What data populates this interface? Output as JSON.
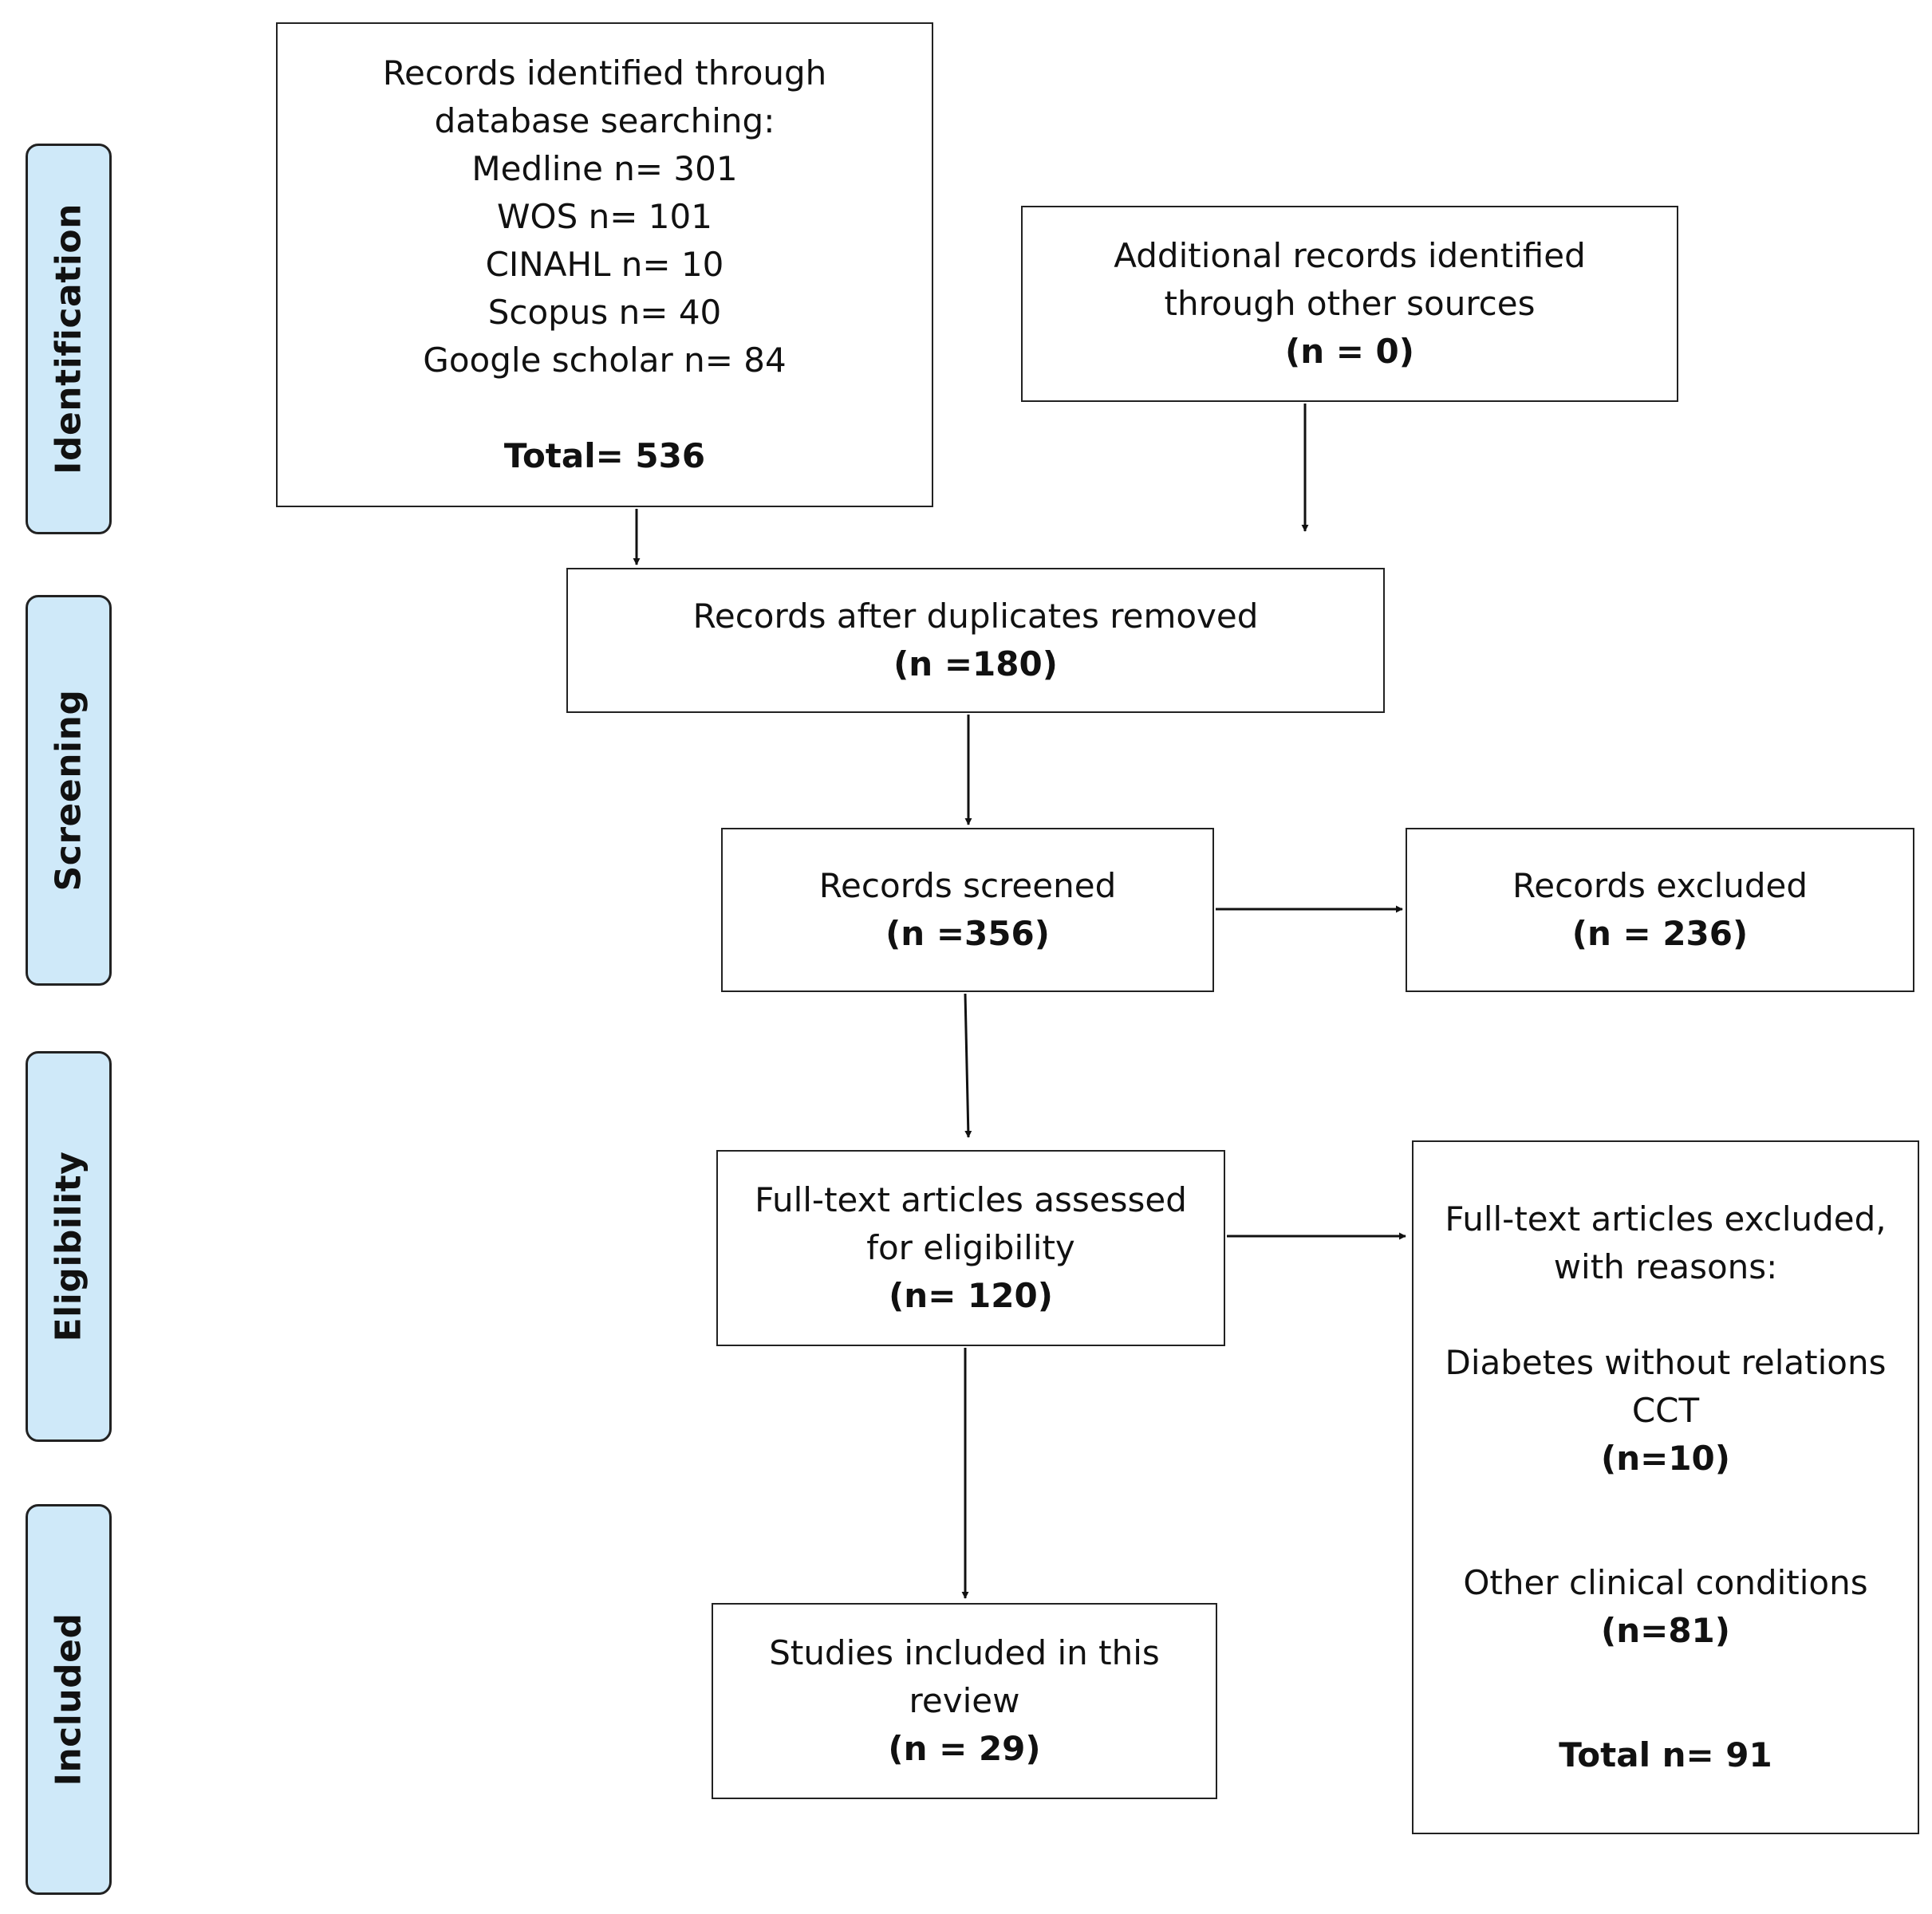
{
  "phases": {
    "identification": "Identification",
    "screening": "Screening",
    "eligibility": "Eligibility",
    "included": "Included"
  },
  "boxes": {
    "database": {
      "line1": "Records identified through",
      "line2": "database searching:",
      "medline": "Medline n= 301",
      "wos": "WOS n= 101",
      "cinahl": "CINAHL n= 10",
      "scopus": "Scopus n= 40",
      "google": "Google scholar n= 84",
      "total": "Total= 536"
    },
    "additional": {
      "line1": "Additional records identified",
      "line2": "through other sources",
      "count": "(n = 0)"
    },
    "duplicates": {
      "line1": "Records after duplicates removed",
      "count": "(n =180)"
    },
    "screened": {
      "line1": "Records screened",
      "count": "(n =356)"
    },
    "excluded": {
      "line1": "Records excluded",
      "count": "(n = 236)"
    },
    "fulltext": {
      "line1": "Full-text articles assessed",
      "line2": "for eligibility",
      "count": "(n= 120)"
    },
    "fulltext_excluded": {
      "line1": "Full-text articles excluded,",
      "line2": "with reasons:",
      "reason1_line1": "Diabetes without relations",
      "reason1_line2": "CCT",
      "reason1_count": "(n=10)",
      "reason2": "Other clinical conditions",
      "reason2_count": "(n=81)",
      "total": "Total n= 91"
    },
    "included": {
      "line1": "Studies included in this",
      "line2": "review",
      "count": "(n = 29)"
    }
  }
}
